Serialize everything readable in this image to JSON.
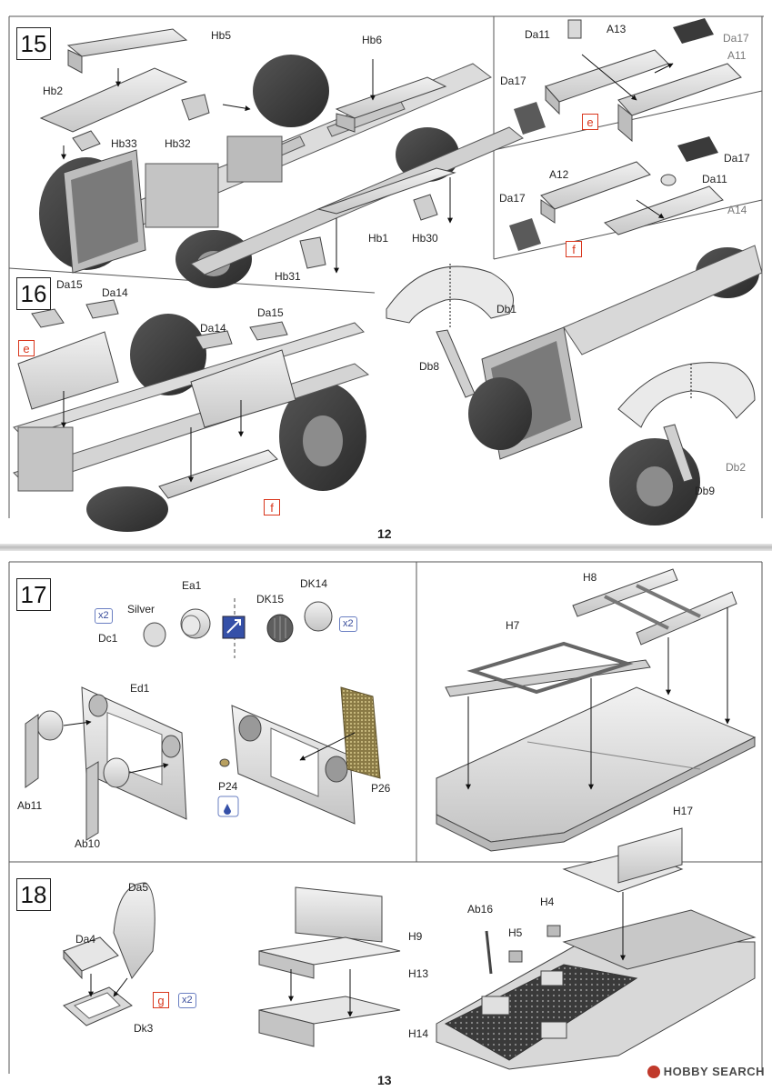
{
  "pages": [
    {
      "page_number": "12",
      "steps": [
        {
          "number": "15",
          "labels": [
            "Hb5",
            "Hb6",
            "Hb2",
            "Hb33",
            "Hb32",
            "Hb1",
            "Hb30",
            "Hb31"
          ],
          "subassemblies": [
            {
              "tag": "e",
              "labels": [
                "Da11",
                "A13",
                "Da17",
                "A11",
                "Da17"
              ]
            },
            {
              "tag": "f",
              "labels": [
                "Da17",
                "A12",
                "Da11",
                "Da17",
                "A14"
              ]
            }
          ]
        },
        {
          "number": "16",
          "labels": [
            "Da15",
            "Da14",
            "Da14",
            "Da15",
            "Db1",
            "Db8",
            "Db2",
            "Db9"
          ],
          "tags": [
            "e",
            "f"
          ]
        }
      ]
    },
    {
      "page_number": "13",
      "steps": [
        {
          "number": "17",
          "labels": [
            "Ea1",
            "Silver",
            "Dc1",
            "DK14",
            "DK15",
            "Ed1",
            "Ab11",
            "Ab10",
            "P24",
            "P26",
            "H8",
            "H7",
            "H17"
          ],
          "multipliers": [
            "x2",
            "x2"
          ]
        },
        {
          "number": "18",
          "labels": [
            "Da5",
            "Da4",
            "Dk3",
            "H9",
            "H13",
            "H14",
            "Ab16",
            "H5",
            "H4"
          ],
          "tags": [
            "g"
          ],
          "multipliers": [
            "x2"
          ]
        }
      ]
    }
  ],
  "watermark": "HOBBY SEARCH",
  "colors": {
    "accent_red": "#d9361c",
    "accent_blue": "#3a4e9c",
    "line": "#333333",
    "part_fill": "#d6d6d6"
  },
  "icons": [
    "cement-icon",
    "paint-icon"
  ]
}
